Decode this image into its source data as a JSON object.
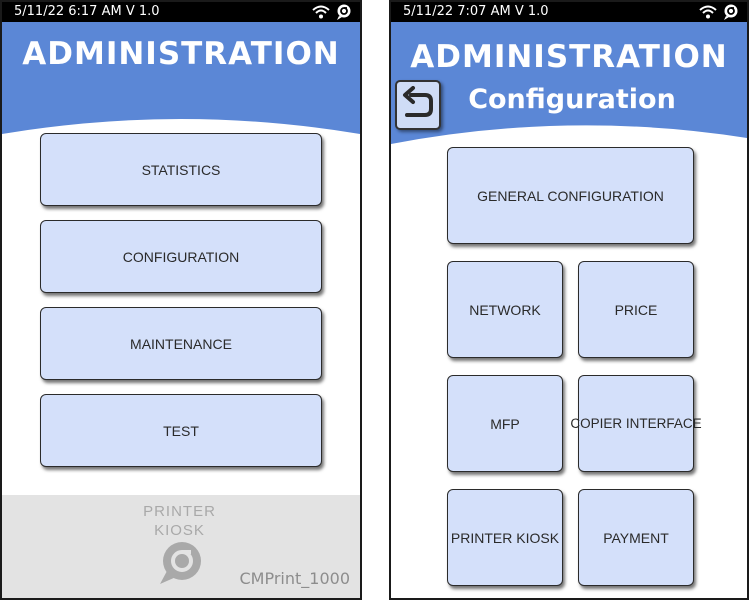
{
  "colors": {
    "header_blue": "#5b87d6",
    "button_fill": "#d4e0fa",
    "footer_gray": "#e3e3e3",
    "status_bar": "#000000"
  },
  "admin_screen": {
    "status": {
      "text": "5/11/22 6:17 AM V 1.0",
      "icons": [
        "wifi-icon",
        "cmprint-logo-icon"
      ]
    },
    "title": "ADMINISTRATION",
    "menu": [
      {
        "label": "STATISTICS"
      },
      {
        "label": "CONFIGURATION"
      },
      {
        "label": "MAINTENANCE"
      },
      {
        "label": "TEST"
      }
    ],
    "footer": {
      "logo_line1": "PRINTER",
      "logo_line2": "KIOSK",
      "logo_icon": "printer-kiosk-logo-icon",
      "device_name": "CMPrint_1000"
    }
  },
  "config_screen": {
    "status": {
      "text": "5/11/22 7:07 AM V 1.0",
      "icons": [
        "wifi-icon",
        "cmprint-logo-icon"
      ]
    },
    "title": "ADMINISTRATION",
    "subtitle": "Configuration",
    "back_icon": "back-arrow-icon",
    "menu": [
      {
        "label": "GENERAL CONFIGURATION"
      },
      {
        "label": "NETWORK"
      },
      {
        "label": "PRICE"
      },
      {
        "label": "MFP"
      },
      {
        "label": "COPIER INTERFACE"
      },
      {
        "label": "PRINTER KIOSK"
      },
      {
        "label": "PAYMENT"
      }
    ]
  }
}
